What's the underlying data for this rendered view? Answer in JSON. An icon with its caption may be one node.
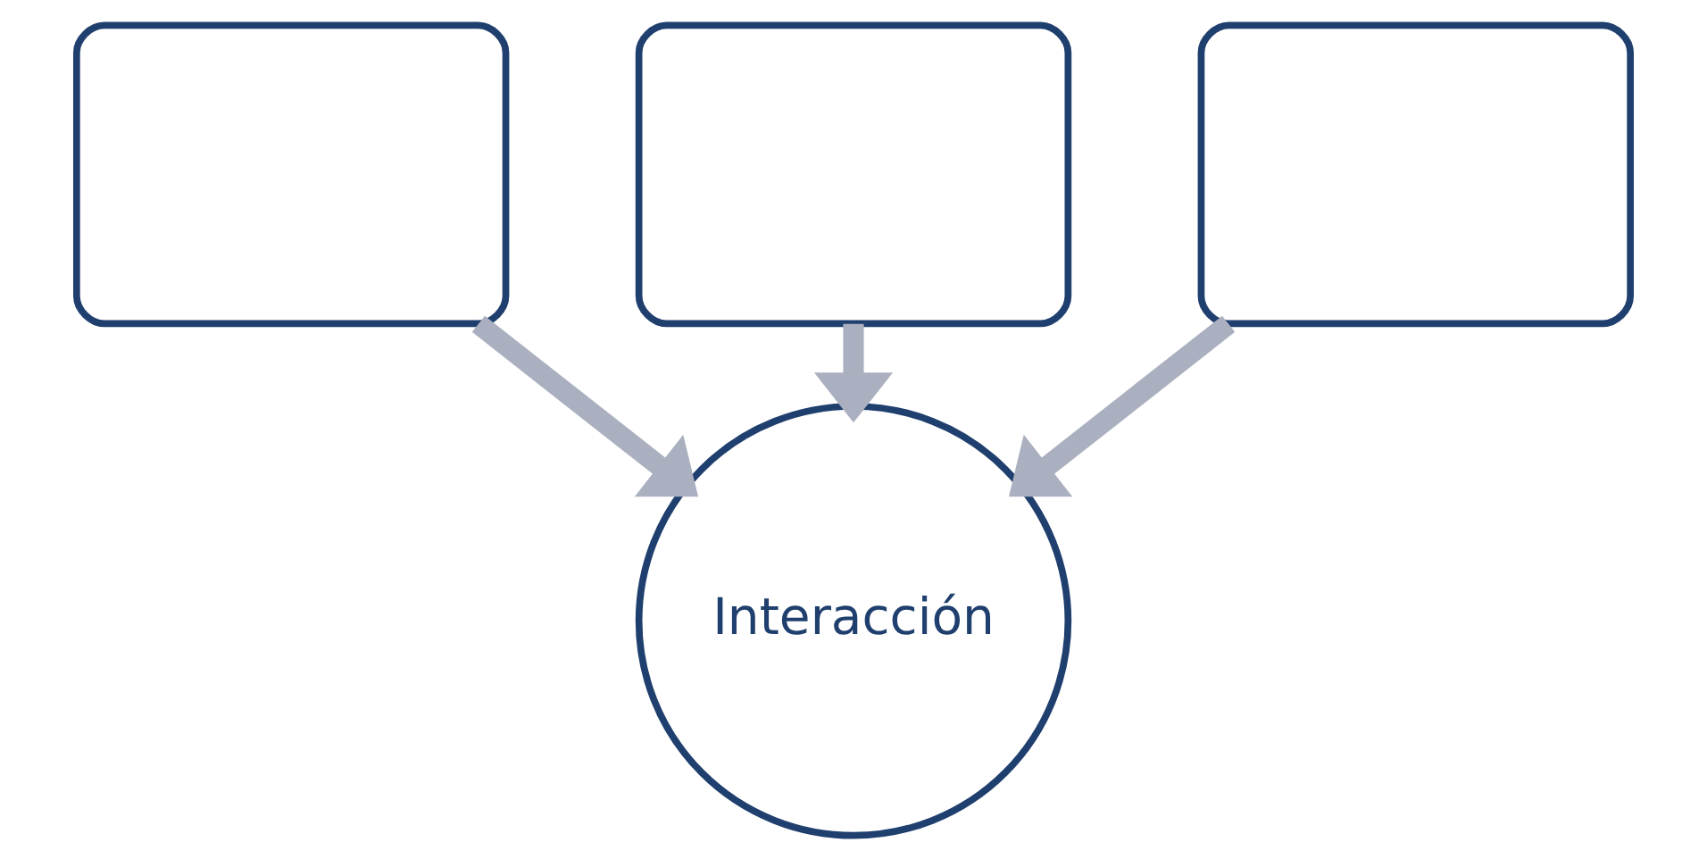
{
  "diagram": {
    "nodes": [
      {
        "text": [],
        "shape": "box"
      },
      {
        "text": [],
        "shape": "box"
      },
      {
        "text": [],
        "shape": "box"
      },
      {
        "text": [
          "Interacción"
        ]
      }
    ],
    "edges": [
      {
        "from": 0,
        "to": 3,
        "arrow": "to"
      },
      {
        "from": 1,
        "to": 3,
        "arrow": "to"
      },
      {
        "from": 2,
        "to": 3,
        "arrow": "to"
      }
    ]
  }
}
